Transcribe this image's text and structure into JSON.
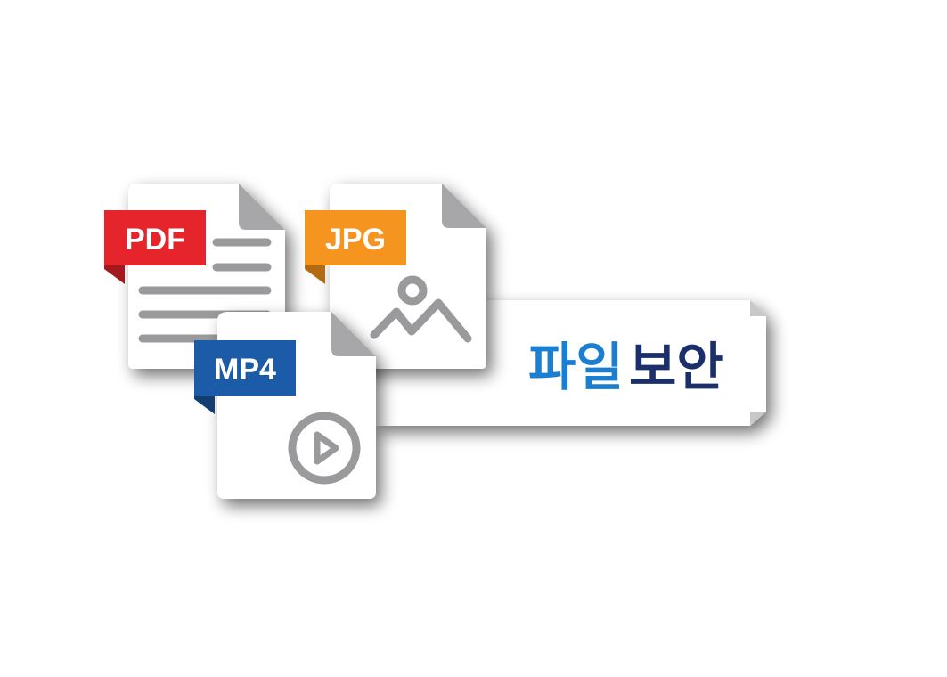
{
  "banner": {
    "title_part1": "파일",
    "title_part2": "보안",
    "title_color_part1": "#1a7fd0",
    "title_color_part2": "#1b2f6b"
  },
  "files": [
    {
      "label": "PDF",
      "tag_color": "#e5242c",
      "icon": "text-lines-icon"
    },
    {
      "label": "JPG",
      "tag_color": "#f5951f",
      "icon": "image-icon"
    },
    {
      "label": "MP4",
      "tag_color": "#1b5ba8",
      "icon": "play-icon"
    }
  ]
}
